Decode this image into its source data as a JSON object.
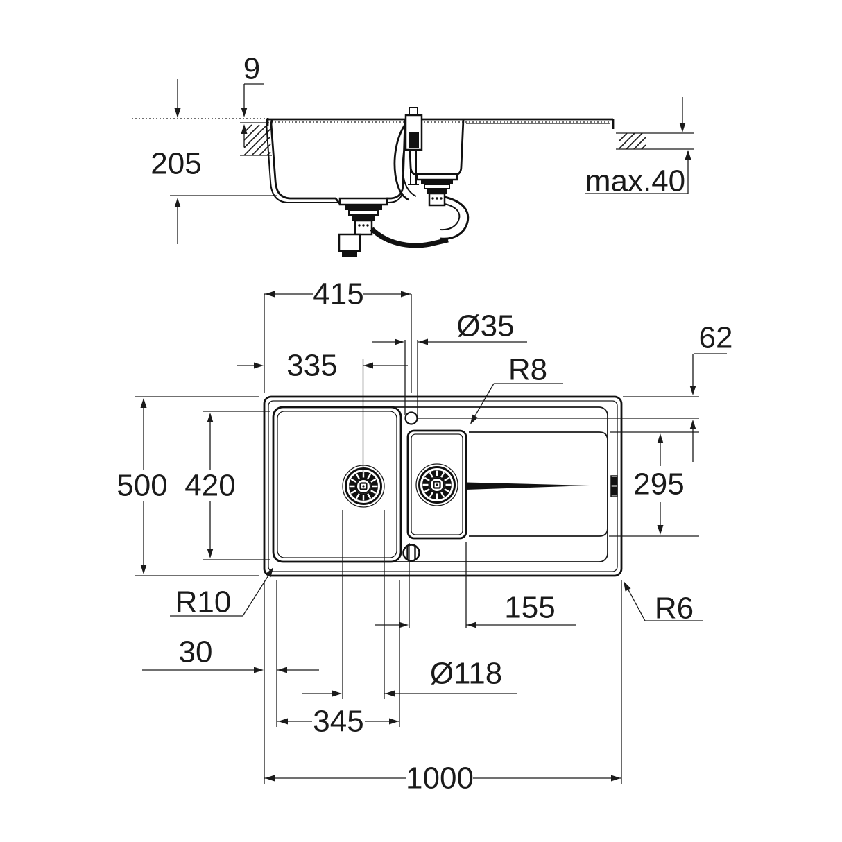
{
  "drawing": {
    "kind": "sink technical dimension drawing",
    "views": {
      "section": "side section view",
      "plan": "top plan view"
    }
  },
  "colors": {
    "line": "#1a1a1a",
    "background": "#ffffff"
  },
  "dims": {
    "d9": "9",
    "d205": "205",
    "max40": "max.40",
    "d415": "415",
    "dia35": "Ø35",
    "r8": "R8",
    "d62": "62",
    "d335": "335",
    "d500": "500",
    "d420": "420",
    "d295": "295",
    "r10": "R10",
    "d30": "30",
    "dia118": "Ø118",
    "d345": "345",
    "d155": "155",
    "d1000": "1000",
    "r6": "R6"
  }
}
